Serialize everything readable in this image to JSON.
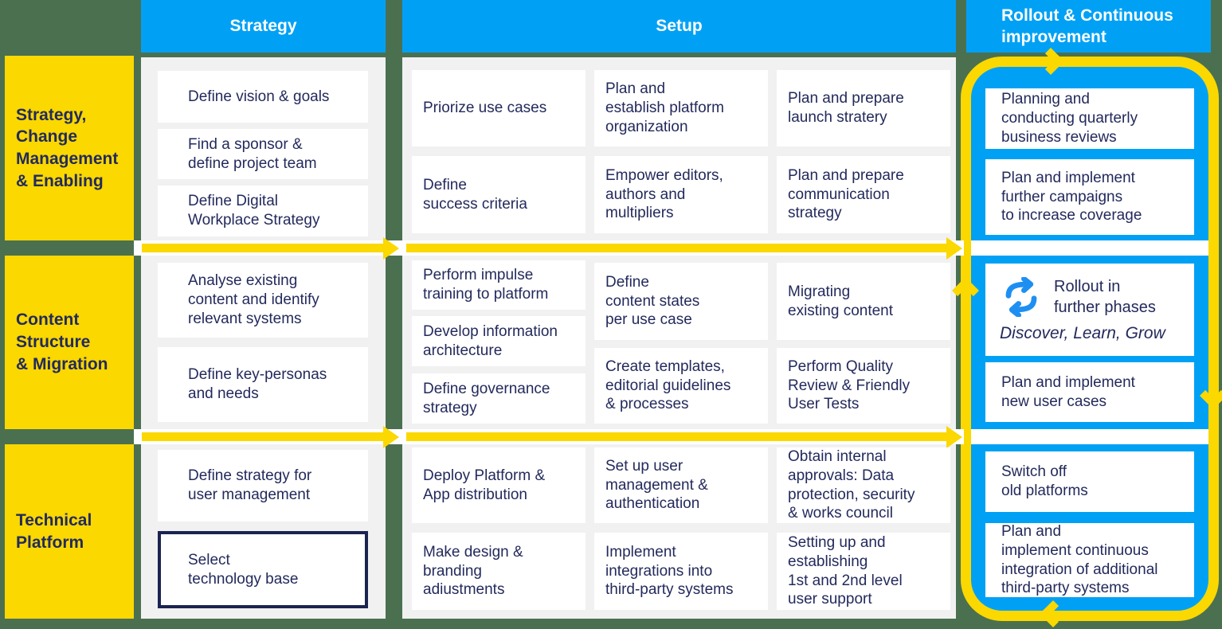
{
  "colors": {
    "background_green": "#4B7050",
    "accent_blue": "#00A1F5",
    "accent_yellow": "#FAD800",
    "text_navy": "#232A5C",
    "panel_gray": "#F1F1F2",
    "card_white": "#FFFFFF",
    "cycle_icon_blue": "#1E8FF2",
    "selected_card_border": "#1B2450"
  },
  "headers": {
    "strategy": "Strategy",
    "setup": "Setup",
    "rollout": "Rollout & Continuous\nimprovement"
  },
  "row_labels": [
    "Strategy,\nChange\nManagement\n& Enabling",
    "Content\nStructure\n& Migration",
    "Technical\nPlatform"
  ],
  "strategy": {
    "cards": [
      "Define vision & goals",
      "Find a sponsor &\ndefine project team",
      "Define Digital\nWorkplace Strategy",
      "Analyse existing\ncontent and identify\nrelevant systems",
      "Define key-personas\nand needs",
      "Define strategy for\nuser management",
      "Select\ntechnology base"
    ]
  },
  "setup": {
    "cards": [
      "Priorize use cases",
      "Plan and\nestablish platform\norganization",
      "Plan and prepare\nlaunch stratery",
      "Define\nsuccess criteria",
      "Empower editors,\nauthors and\nmultipliers",
      "Plan and prepare\ncommunication\nstrategy",
      "Perform impulse\ntraining to platform",
      "Develop information\narchitecture",
      "Define governance\nstrategy",
      "Define\ncontent states\nper use case",
      "Create templates,\neditorial guidelines\n& processes",
      "Migrating\nexisting content",
      "Perform Quality\nReview & Friendly\nUser Tests",
      "Deploy Platform &\nApp distribution",
      "Make design &\nbranding\nadiustments",
      "Set up user\nmanagement &\nauthentication",
      "Implement\nintegrations into\nthird-party systems",
      "Obtain internal\napprovals: Data\nprotection, security\n& works council",
      "Setting up and\nestablishing\n1st and 2nd level\nuser support"
    ]
  },
  "rollout": {
    "cards": [
      "Planning and\nconducting quarterly\nbusiness reviews",
      "Plan and implement\nfurther campaigns\nto increase coverage",
      "Plan and implement\nnew user cases",
      "Switch off\nold platforms",
      "Plan and\nimplement continuous\nintegration of additional\nthird-party systems"
    ],
    "cycle_card": {
      "title": "Rollout in\nfurther phases",
      "subtitle": "Discover, Learn, Grow"
    }
  },
  "icons": {
    "cycle": "refresh-cycle-icon",
    "flow_arrows": "yellow-right-arrow",
    "loop_arrows": [
      "chevron-right",
      "chevron-up",
      "chevron-down",
      "chevron-left"
    ]
  }
}
